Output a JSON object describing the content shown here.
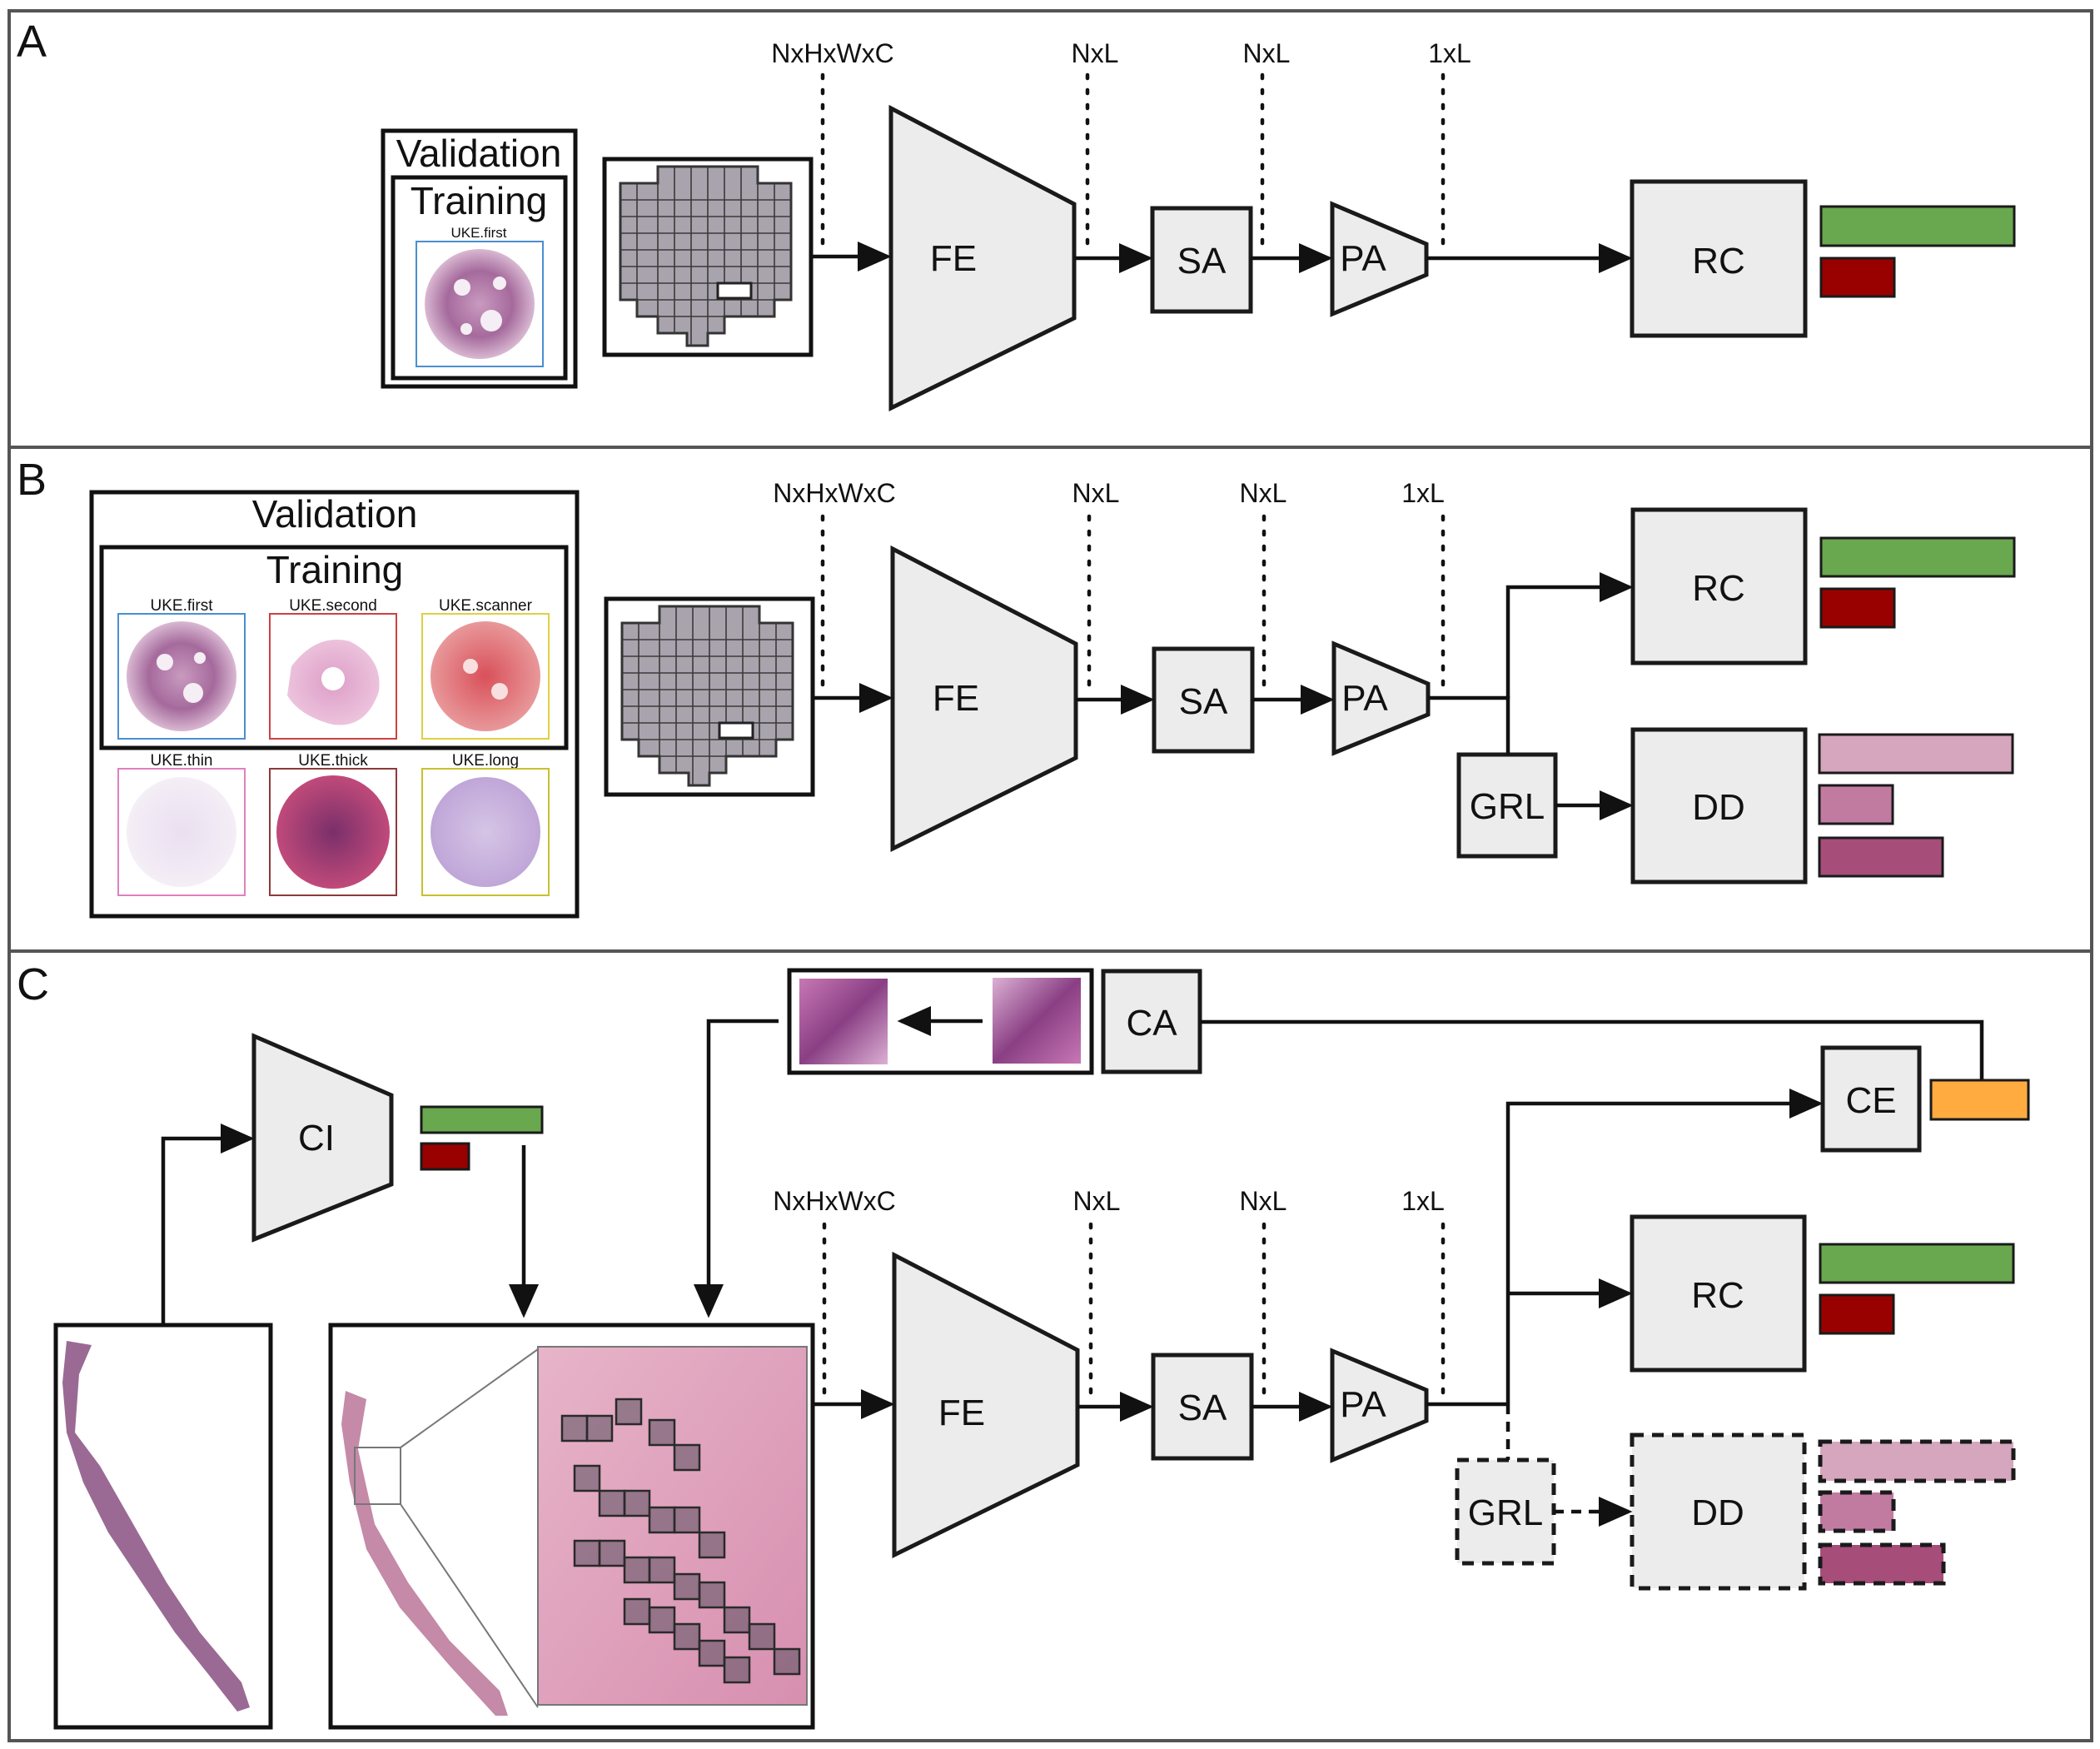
{
  "panels": {
    "A": {
      "label": "A",
      "validation": "Validation",
      "training": "Training",
      "thumbnails": [
        "UKE.first"
      ],
      "dims": [
        "NxHxWxC",
        "NxL",
        "NxL",
        "1xL"
      ],
      "modules": [
        "FE",
        "SA",
        "PA",
        "RC"
      ]
    },
    "B": {
      "label": "B",
      "validation": "Validation",
      "training": "Training",
      "training_thumbnails": [
        "UKE.first",
        "UKE.second",
        "UKE.scanner"
      ],
      "validation_thumbnails": [
        "UKE.thin",
        "UKE.thick",
        "UKE.long"
      ],
      "dims": [
        "NxHxWxC",
        "NxL",
        "NxL",
        "1xL"
      ],
      "modules": [
        "FE",
        "SA",
        "PA",
        "RC",
        "GRL",
        "DD"
      ]
    },
    "C": {
      "label": "C",
      "dims": [
        "NxHxWxC",
        "NxL",
        "NxL",
        "1xL"
      ],
      "modules": [
        "CI",
        "CA",
        "CE",
        "FE",
        "SA",
        "PA",
        "RC",
        "GRL",
        "DD"
      ]
    }
  },
  "colors": {
    "green": "#69a84f",
    "red": "#990000",
    "orange": "#ffab40",
    "pink_light": "#d5a6bd",
    "pink_mid": "#c27ba0",
    "pink_dark": "#a64d79",
    "thumb_blue": "#4a8fd0",
    "thumb_red": "#d04040",
    "thumb_yellow": "#e0d040",
    "thumb_pink": "#e080c0",
    "thumb_brown": "#8b3a3a",
    "thumb_olive": "#c8c030"
  }
}
